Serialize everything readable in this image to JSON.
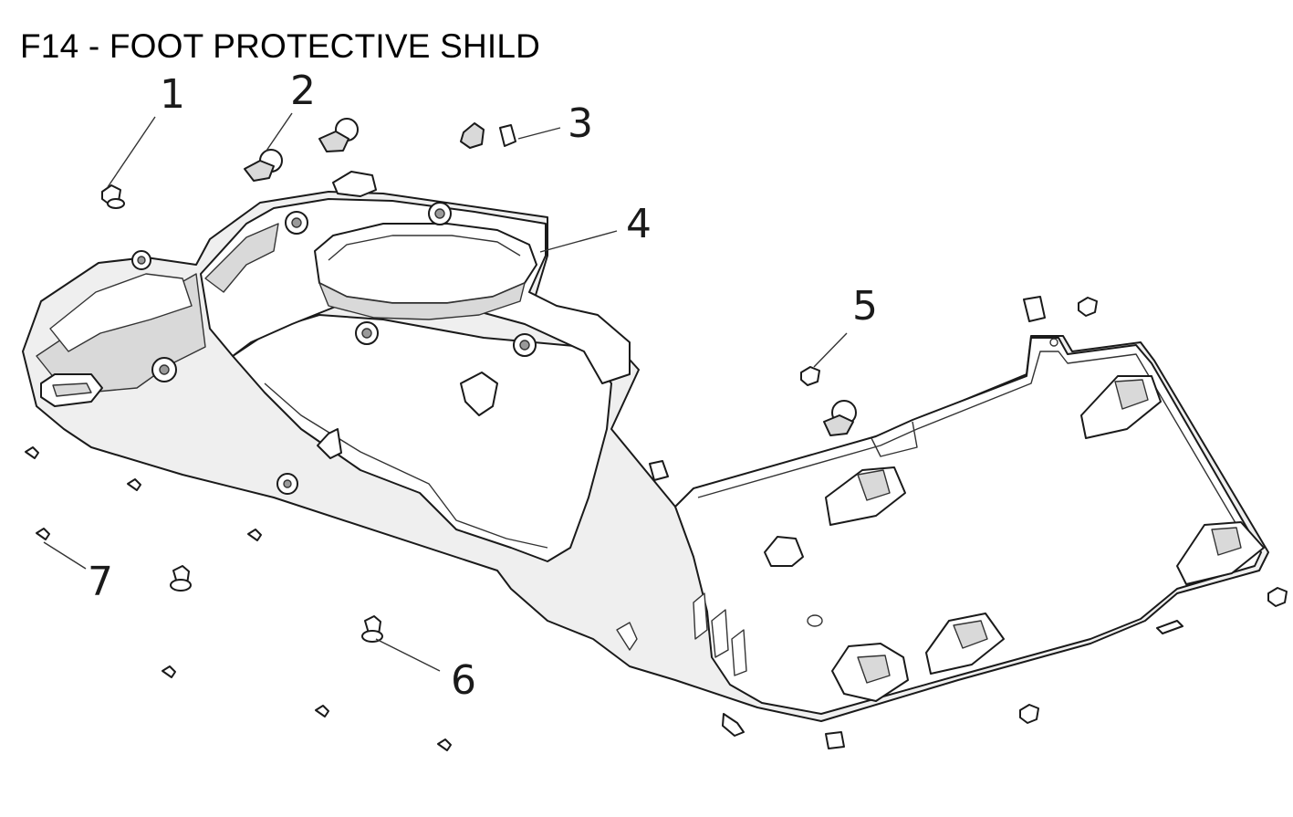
{
  "title": "F14 - FOOT PROTECTIVE SHILD",
  "callouts": [
    {
      "number": "1"
    },
    {
      "number": "2"
    },
    {
      "number": "3"
    },
    {
      "number": "4"
    },
    {
      "number": "5"
    },
    {
      "number": "6"
    },
    {
      "number": "7"
    }
  ],
  "colors": {
    "line": "#1a1a1a",
    "shade": "#d9d9d9",
    "background": "#ffffff"
  }
}
